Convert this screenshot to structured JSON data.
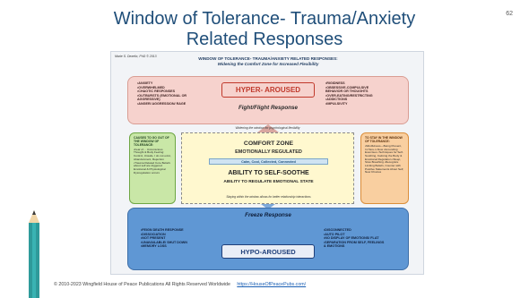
{
  "slide": {
    "title_line1": "Window of Tolerance- Trauma/Anxiety",
    "title_line2": "Related Responses",
    "number": "62",
    "footer_text": "© 2010-2023  Wingfield House of Peace Publications    All Rights Reserved Worldwide",
    "footer_link": "https://HouseOfPeacePubs.com/"
  },
  "figure": {
    "author": "Marie S. Dezelic, PhD © 2013",
    "title": "WINDOW OF TOLERANCE- TRAUMA/ANXIETY RELATED RESPONSES:",
    "subtitle": "Widening the Comfort Zone for Increased Flexibility",
    "hyper": {
      "label": "HYPER- AROUSED",
      "response": "Fight/Flight Response",
      "left_items": [
        "•ANXIETY",
        "•OVERWHELMED",
        "•CHAOTIC RESPONSES",
        "•OUTBURSTS (EMOTIONAL OR",
        "AGGRESSIVE)",
        "•ANGER/ AGGRESSION/ RAGE"
      ],
      "right_items": [
        "•RIGIDNESS",
        "•OBSESSIVE-COMPULSIVE",
        "BEHAVIOR OR THOUGHTS",
        "•OVER-EATING/RESTRICTING",
        "•ADDICTIONS",
        "•IMPULSIVITY"
      ]
    },
    "comfort": {
      "widen_note": "Widening the window for psychological flexibility",
      "title": "COMFORT ZONE",
      "subtitle": "EMOTIONALLY REGULATED",
      "calm": "Calm, Cool, Collected, Connected",
      "soothe": "ABILITY TO SELF-SOOTHE",
      "regulate": "ABILITY TO REGULATE EMOTIONAL STATE",
      "within_note": "Staying within the window allows for better relationship interactions"
    },
    "left_box": {
      "title": "CAUSES TO GO OUT OF THE WINDOW OF TOLERANCE:",
      "text": "•Fear of… Unconscious Thought & Body Feeling: Control, Unsafe, I do not exist, Abandonment, Rejection •Trauma Related Core Beliefs about self are triggered Emotional & Physiological Dysregulation occurs"
    },
    "right_box": {
      "title": "TO STAY IN THE WINDOW OF TOLERANCE:",
      "text": "•Mindfulness—Being Present, In Here-n-Now •Grounding Exercises •Techniques for Self-Soothing, Calming the Body & Emotional Regulation •Sleep, Slow Breathing •Recognize Limiting Beliefs, Counter with Positive Statements About Self, New Choices"
    },
    "hypo": {
      "label": "HYPO-AROUSED",
      "response": "Freeze Response",
      "left_items": [
        "•FEIGN DEATH RESPONSE",
        "•DISSOCIATION",
        "•NOT PRESENT",
        "•UNAVAILABLE/ SHUT DOWN",
        "•MEMORY LOSS"
      ],
      "right_items": [
        "•DISCONNECTED",
        "•AUTO PILOT",
        "•NO DISPLAY OF EMOTIONS/ FLAT",
        "•SEPARATION FROM SELF, FEELINGS",
        "& EMOTIONS"
      ]
    }
  },
  "colors": {
    "title": "#1f4e79",
    "hyper_band": "#f6d2cd",
    "hyper_accent": "#c0392b",
    "hypo_band": "#5f97d4",
    "comfort": "#fff8cf",
    "left_box": "#c9e7a7",
    "right_box": "#f9cfa0"
  },
  "icons": [
    "pencil-icon",
    "up-arrow-icon",
    "down-arrow-icon"
  ]
}
